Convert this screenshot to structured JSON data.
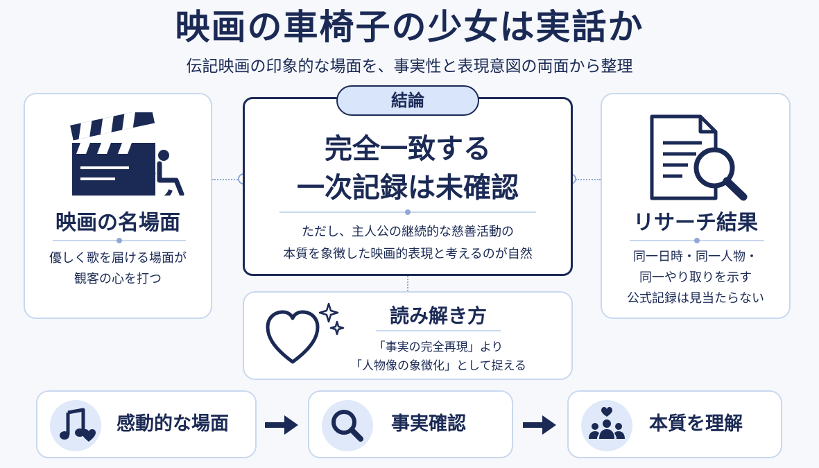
{
  "title": "映画の車椅子の少女は実話か",
  "subtitle": "伝記映画の印象的な場面を、事実性と表現意図の両面から整理",
  "left_card": {
    "icon": "clapperboard-wheelchair-icon",
    "title": "映画の名場面",
    "lines": [
      "優しく歌を届ける場面が",
      "観客の心を打つ"
    ]
  },
  "center_card": {
    "badge": "結論",
    "main_lines": [
      "完全一致する",
      "一次記録は未確認"
    ],
    "sub_lines": [
      "ただし、主人公の継続的な慈善活動の",
      "本質を象徴した映画的表現と考えるのが自然"
    ]
  },
  "right_card": {
    "icon": "document-search-icon",
    "title": "リサーチ結果",
    "lines": [
      "同一日時・同一人物・",
      "同一やり取りを示す",
      "公式記録は見当たらない"
    ]
  },
  "howto_card": {
    "icon": "heart-sparkle-icon",
    "title": "読み解き方",
    "lines": [
      "「事実の完全再現」より",
      "「人物像の象徴化」として捉える"
    ]
  },
  "flow": [
    {
      "icon": "music-note-heart-icon",
      "label": "感動的な場面"
    },
    {
      "icon": "magnifier-icon",
      "label": "事実確認"
    },
    {
      "icon": "people-heart-icon",
      "label": "本質を理解"
    }
  ],
  "colors": {
    "navy": "#1b2a55",
    "border_light": "#c9d8ef",
    "badge_fill": "#d8e5fb",
    "icon_circle": "#dfe9fa",
    "background": "#f6f8fb"
  }
}
